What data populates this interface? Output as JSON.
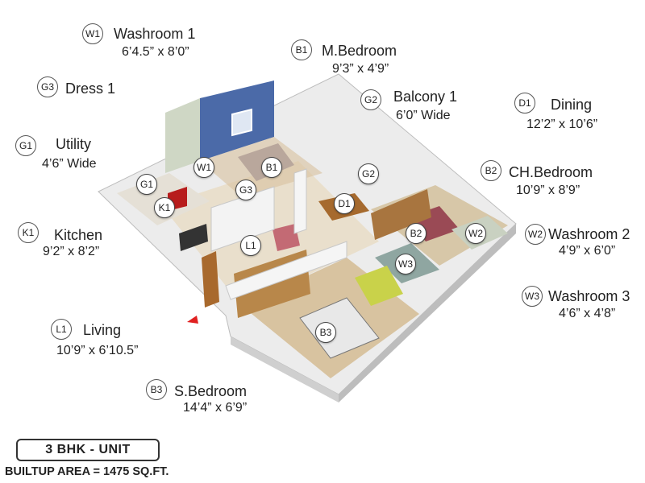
{
  "rooms": [
    {
      "code": "W1",
      "name": "Washroom 1",
      "dim": "6’4.5” x 8’0”"
    },
    {
      "code": "G3",
      "name": "Dress 1",
      "dim": ""
    },
    {
      "code": "G1",
      "name": "Utility",
      "dim": "4’6” Wide"
    },
    {
      "code": "K1",
      "name": "Kitchen",
      "dim": "9’2” x 8’2”"
    },
    {
      "code": "L1",
      "name": "Living",
      "dim": "10’9” x 6’10.5”"
    },
    {
      "code": "B3",
      "name": "S.Bedroom",
      "dim": "14’4” x 6’9”"
    },
    {
      "code": "B1",
      "name": "M.Bedroom",
      "dim": "9’3” x 4’9”"
    },
    {
      "code": "G2",
      "name": "Balcony 1",
      "dim": "6’0” Wide"
    },
    {
      "code": "D1",
      "name": "Dining",
      "dim": "12’2” x 10’6”"
    },
    {
      "code": "B2",
      "name": "CH.Bedroom",
      "dim": "10’9” x 8’9”"
    },
    {
      "code": "W2",
      "name": "Washroom 2",
      "dim": "4’9” x 6’0”"
    },
    {
      "code": "W3",
      "name": "Washroom 3",
      "dim": "4’6” x 4’8”"
    }
  ],
  "plan_labels": [
    "W1",
    "B1",
    "G3",
    "G1",
    "K1",
    "G2",
    "D1",
    "B2",
    "W2",
    "L1",
    "W3",
    "B3"
  ],
  "unit_title": "3 BHK - UNIT",
  "builtup_area": "BUILTUP AREA = 1475 SQ.FT.",
  "colors": {
    "wall_top": "#f2f2f2",
    "wall_side": "#d9d9d9",
    "floor": "#e8dcc8",
    "accent_wall": "#4b6aa8",
    "wood": "#b07a3e",
    "entry_arrow": "#e02020"
  }
}
